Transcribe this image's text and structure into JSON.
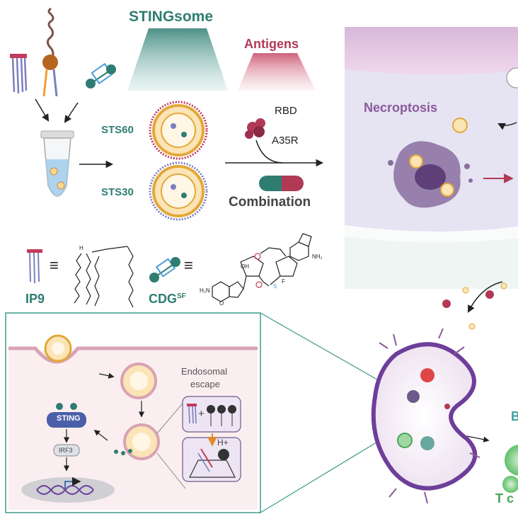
{
  "labels": {
    "stingsome": "STINGsome",
    "antigens": "Antigens",
    "sts60": "STS60",
    "sts30": "STS30",
    "rbd": "RBD",
    "a35r": "A35R",
    "combination": "Combination",
    "necroptosis": "Necroptosis",
    "ip9": "IP9",
    "cdg": "CDG",
    "cdg_sup": "SF",
    "equiv": "≡",
    "endosomal": "Endosomal",
    "escape": "escape",
    "sting": "STING",
    "irf3": "IRF3",
    "hplus": "H+",
    "plus": "+",
    "partial_b": "B",
    "partial_t": "T c",
    "chem_oh": "OH",
    "chem_f": "F",
    "chem_nh2a": "H₂N",
    "chem_nh2b": "NH₂",
    "chem_s": "S",
    "chem_o": "O",
    "chem_h": "H"
  },
  "colors": {
    "teal": "#2f7d72",
    "crimson": "#b03a55",
    "purple": "#8a5a9a",
    "skin": "#e8d2e6",
    "tissue": "#ede8f4",
    "panel_bg": "#fbeef0",
    "panel_border": "#3f9a8a"
  }
}
